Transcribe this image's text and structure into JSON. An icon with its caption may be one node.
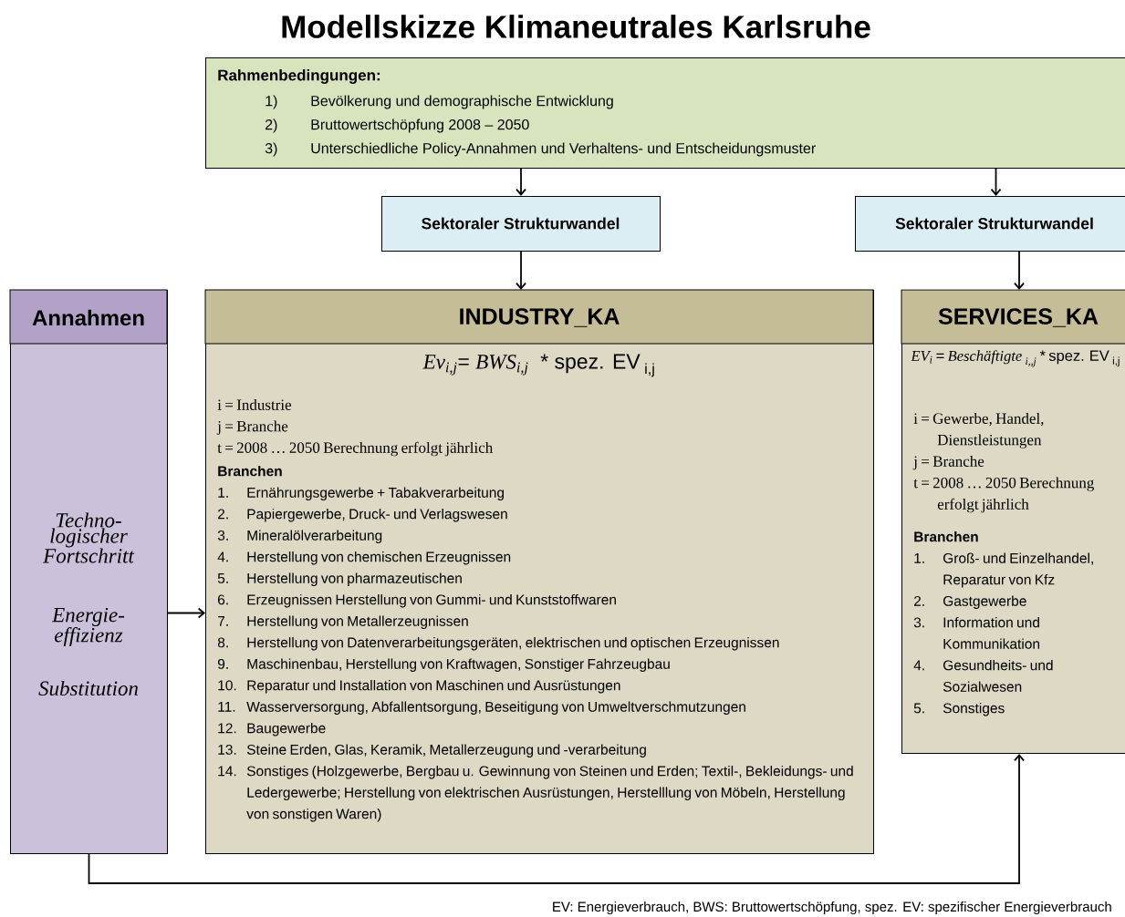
{
  "diagram": {
    "title": "Modellskizze Klimaneutrales Karlsruhe",
    "caption": "EV: Energieverbrauch, BWS: Bruttowertschöpfung, spez. EV: spezifischer Energieverbrauch",
    "nodes": [
      {
        "text": [
          "Rahmenbedingungen:",
          "1)",
          "Bevölkerung und demographische Entwicklung",
          "2)",
          "Bruttowertschöpfung 2008 – 2050",
          "3)",
          "Unterschiedliche Policy-Annahmen und Verhaltens- und Entscheidungsmuster"
        ]
      },
      {
        "text": [
          "Sektoraler Strukturwandel"
        ]
      },
      {
        "text": [
          "Sektoraler Strukturwandel"
        ]
      },
      {
        "text": [
          "Annahmen",
          "Techno-logischer Fortschritt",
          "Energie-effizienz",
          "Substitution"
        ]
      },
      {
        "text": [
          "INDUSTRY_KA",
          "\\textit{Ev}_{\\textit{i,j}}\\textrm{= }\\textit{BWS}_{\\textit{i,j}}\\textrm{ \\ * spez. EV}_{\\textrm{ i,j}}",
          "i = Industrie",
          "j = Branche",
          "t = 2008 … 2050 Berechnung erfolgt jährlich",
          "Branchen",
          "1.",
          "Ernährungsgewerbe + Tabakverarbeitung",
          "2.",
          "Papiergewerbe, Druck- und Verlagswesen",
          "3.",
          "Mineralölverarbeitung",
          "4.",
          "Herstellung von chemischen Erzeugnissen",
          "5.",
          "Herstellung von pharmazeutischen",
          "6.",
          "Erzeugnissen Herstellung von Gummi- und Kunststoffwaren",
          "7.",
          "Herstellung von Metallerzeugnissen",
          "8.",
          "Herstellung von Datenverarbeitungsgeräten, elektrischen und optischen Erzeugnissen",
          "9.",
          "Maschinenbau, Herstellung von Kraftwagen, Sonstiger Fahrzeugbau",
          "10.",
          "Reparatur und Installation von Maschinen und Ausrüstungen",
          "11.",
          "Wasserversorgung, Abfallentsorgung, Beseitigung von Umweltverschmutzungen",
          "12.",
          "Baugewerbe",
          "13.",
          "Steine Erden, Glas, Keramik, Metallerzeugung und -verarbeitung",
          "14.",
          "Sonstiges (Holzgewerbe, Bergbau u. Gewinnung von Steinen und Erden; Textil-, Bekleidungs- und Ledergewerbe; Herstellung von elektrischen Ausrüstungen, Herstelllung von Möbeln, Herstellung von sonstigen Waren)"
        ]
      },
      {
        "text": [
          "SERVICES_KA",
          "\\textit{EV}_{\\textit{i}}\\textrm{ = }\\textit{Beschäftigte}_{\\textit{ i,,j}}\\textrm{ * spez. EV}_{\\textrm{ i,j}}",
          "i = Gewerbe, Handel, Dienstleistungen",
          "j = Branche",
          "t = 2008 … 2050 Berechnung erfolgt jährlich",
          "Branchen",
          "1.",
          "Groß- und Einzelhandel, Reparatur von Kfz",
          "2.",
          "Gastgewerbe",
          "3.",
          "Information und Kommunikation",
          "4.",
          "Gesundheits- und Sozialwesen",
          "5.",
          "Sonstiges"
        ]
      }
    ],
    "edges": [
      {
        "from": 0,
        "to": 1,
        "arrow": "to"
      },
      {
        "from": 0,
        "to": 2,
        "arrow": "to"
      },
      {
        "from": 1,
        "to": 4,
        "arrow": "to"
      },
      {
        "from": 2,
        "to": 5,
        "arrow": "to"
      },
      {
        "from": 3,
        "to": 4,
        "arrow": "to"
      },
      {
        "from": 3,
        "to": 5,
        "arrow": "to"
      }
    ]
  }
}
